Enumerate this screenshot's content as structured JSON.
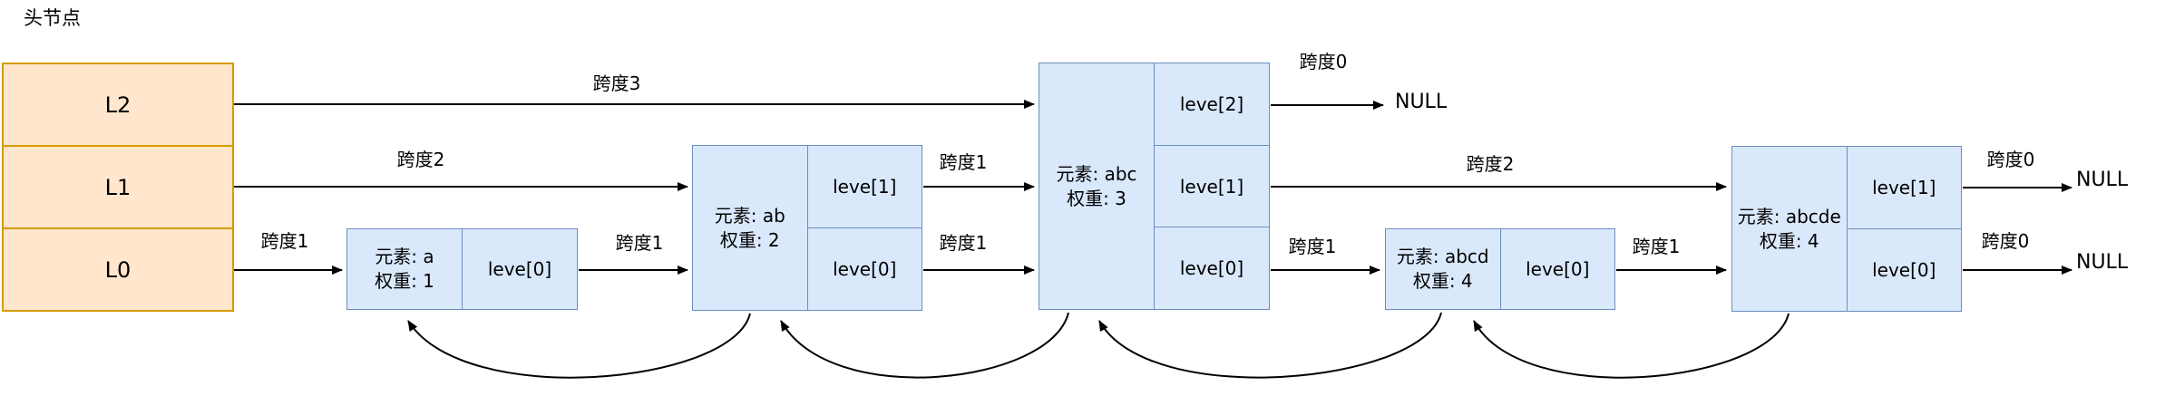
{
  "title": "头节点",
  "head": {
    "levels": [
      "L2",
      "L1",
      "L0"
    ]
  },
  "nodes": [
    {
      "element_line": "元素: a",
      "weight_line": "权重: 1",
      "levels": [
        "leve[0]"
      ]
    },
    {
      "element_line": "元素: ab",
      "weight_line": "权重: 2",
      "levels": [
        "leve[1]",
        "leve[0]"
      ]
    },
    {
      "element_line": "元素: abc",
      "weight_line": "权重: 3",
      "levels": [
        "leve[2]",
        "leve[1]",
        "leve[0]"
      ]
    },
    {
      "element_line": "元素: abcd",
      "weight_line": "权重: 4",
      "levels": [
        "leve[0]"
      ]
    },
    {
      "element_line": "元素: abcde",
      "weight_line": "权重: 4",
      "levels": [
        "leve[1]",
        "leve[0]"
      ]
    }
  ],
  "arrows": [
    {
      "id": "head-l2-to-abc",
      "label": "跨度3"
    },
    {
      "id": "head-l1-to-ab",
      "label": "跨度2"
    },
    {
      "id": "head-l0-to-a",
      "label": "跨度1"
    },
    {
      "id": "a-to-ab",
      "label": "跨度1"
    },
    {
      "id": "ab-l1-to-abc",
      "label": "跨度1"
    },
    {
      "id": "ab-l0-to-abc",
      "label": "跨度1"
    },
    {
      "id": "abc-l2-to-null",
      "label": "跨度0"
    },
    {
      "id": "abc-l1-to-abcde",
      "label": "跨度2"
    },
    {
      "id": "abc-l0-to-abcd",
      "label": "跨度1"
    },
    {
      "id": "abcd-to-abcde",
      "label": "跨度1"
    },
    {
      "id": "abcde-l1-to-null",
      "label": "跨度0"
    },
    {
      "id": "abcde-l0-to-null",
      "label": "跨度0"
    }
  ],
  "null_labels": [
    "NULL",
    "NULL",
    "NULL"
  ],
  "colors": {
    "head_fill": "#FFE6CC",
    "head_border": "#D79B00",
    "node_fill": "#DAE8FC",
    "node_border": "#6C8EBF",
    "arrow": "#000000",
    "background": "#FFFFFF"
  }
}
